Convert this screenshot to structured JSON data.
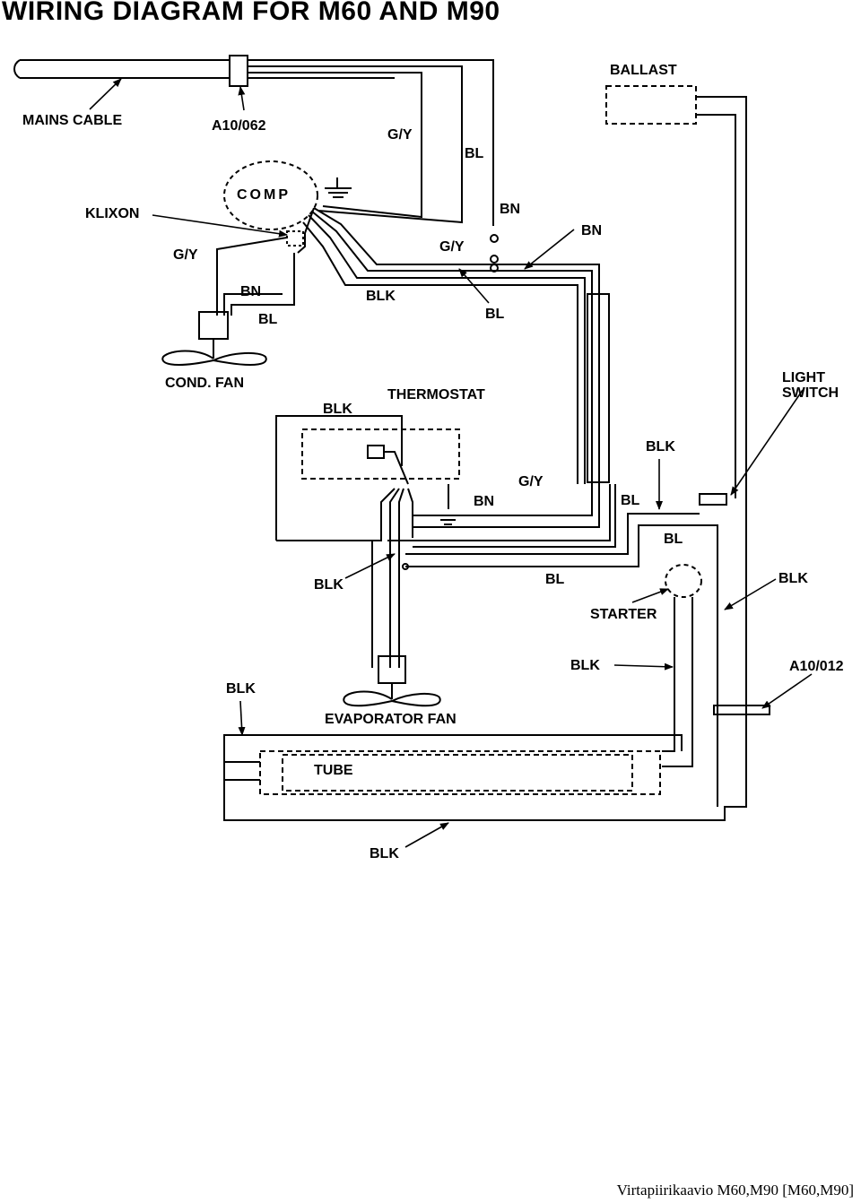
{
  "title": "WIRING DIAGRAM FOR M60 AND M90",
  "caption": "Virtapiirikaavio M60,M90 [M60,M90]",
  "labels": {
    "mains_cable": "MAINS CABLE",
    "a10_062": "A10/062",
    "gy_top": "G/Y",
    "bl_top": "BL",
    "ballast": "BALLAST",
    "comp": "COMP",
    "klixon": "KLIXON",
    "gy_left": "G/Y",
    "bn_top": "BN",
    "bn_right": "BN",
    "gy_mid": "G/Y",
    "bn_fan": "BN",
    "bl_fan": "BL",
    "blk_comp": "BLK",
    "bl_mid": "BL",
    "cond_fan": "COND. FAN",
    "thermostat": "THERMOSTAT",
    "blk_thermo": "BLK",
    "light_switch_1": "LIGHT",
    "light_switch_2": "SWITCH",
    "blk_switch": "BLK",
    "gy_thermo": "G/Y",
    "bn_thermo": "BN",
    "bl_switch": "BL",
    "bl_lower": "BL",
    "blk_evap": "BLK",
    "bl_starter": "BL",
    "blk_right": "BLK",
    "starter": "STARTER",
    "blk_starter": "BLK",
    "a10_012": "A10/012",
    "blk_tube_left": "BLK",
    "evaporator_fan": "EVAPORATOR FAN",
    "tube": "TUBE",
    "blk_bottom": "BLK"
  }
}
